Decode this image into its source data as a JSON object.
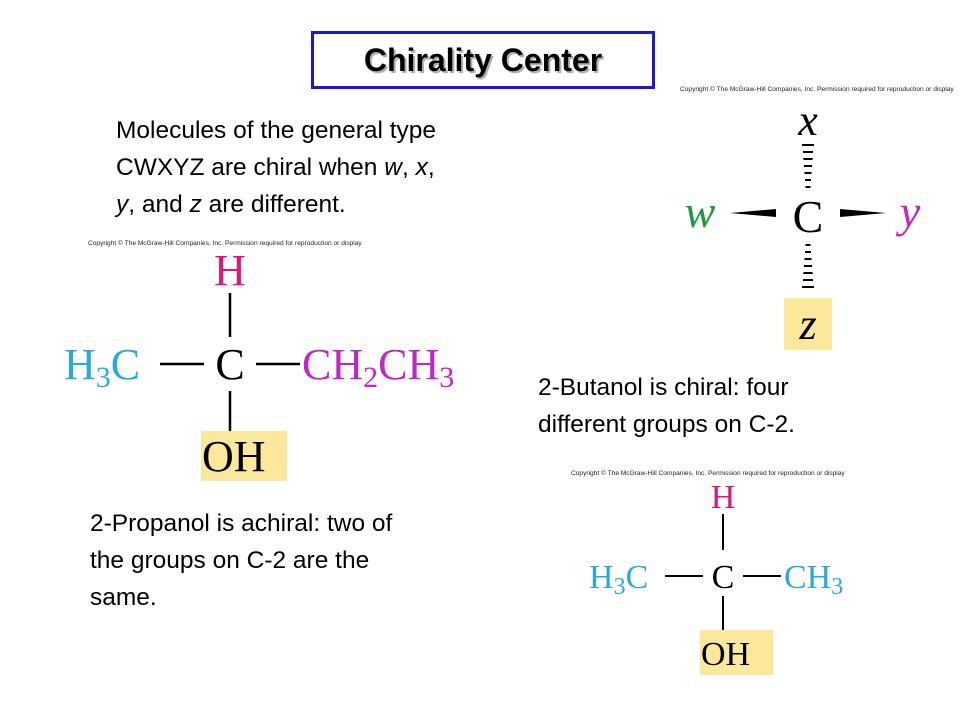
{
  "slide": {
    "title": "Chirality Center",
    "intro": {
      "line1": "Molecules of the general type",
      "line2_a": "CWXYZ are chiral when ",
      "w": "w",
      "comma1": ", ",
      "x": "x",
      "comma2": ",",
      "y": "y",
      "line3_b": ", and ",
      "z": "z",
      "line3_c": " are different."
    },
    "butanol_caption": {
      "line1": "2-Butanol is chiral: four",
      "line2": "different groups on C-2."
    },
    "propanol_caption": {
      "line1": "2-Propanol is achiral: two of",
      "line2": "the groups on C-2 are the",
      "line3": "same."
    },
    "copyright": "Copyright © The McGraw-Hill Companies, Inc. Permission required for reproduction or display"
  },
  "general_molecule": {
    "top": "x",
    "left": "w",
    "center": "C",
    "right": "y",
    "bottom": "z"
  },
  "butanol_structure": {
    "top": "H",
    "left": "H",
    "left_sub": "3",
    "left_tail": "C",
    "center": "C",
    "right_a": "CH",
    "right_sub1": "2",
    "right_b": "CH",
    "right_sub2": "3",
    "bottom": "OH"
  },
  "propanol_structure": {
    "top": "H",
    "left": "H",
    "left_sub": "3",
    "left_tail": "C",
    "center": "C",
    "right": "CH",
    "right_sub": "3",
    "bottom": "OH"
  },
  "colors": {
    "title_border": "#1a1ad6",
    "hydrogen": "#e0157a",
    "cyan_group": "#2aa9e0",
    "highlight": "#fbe89a",
    "purple_group": "#c026c9"
  }
}
